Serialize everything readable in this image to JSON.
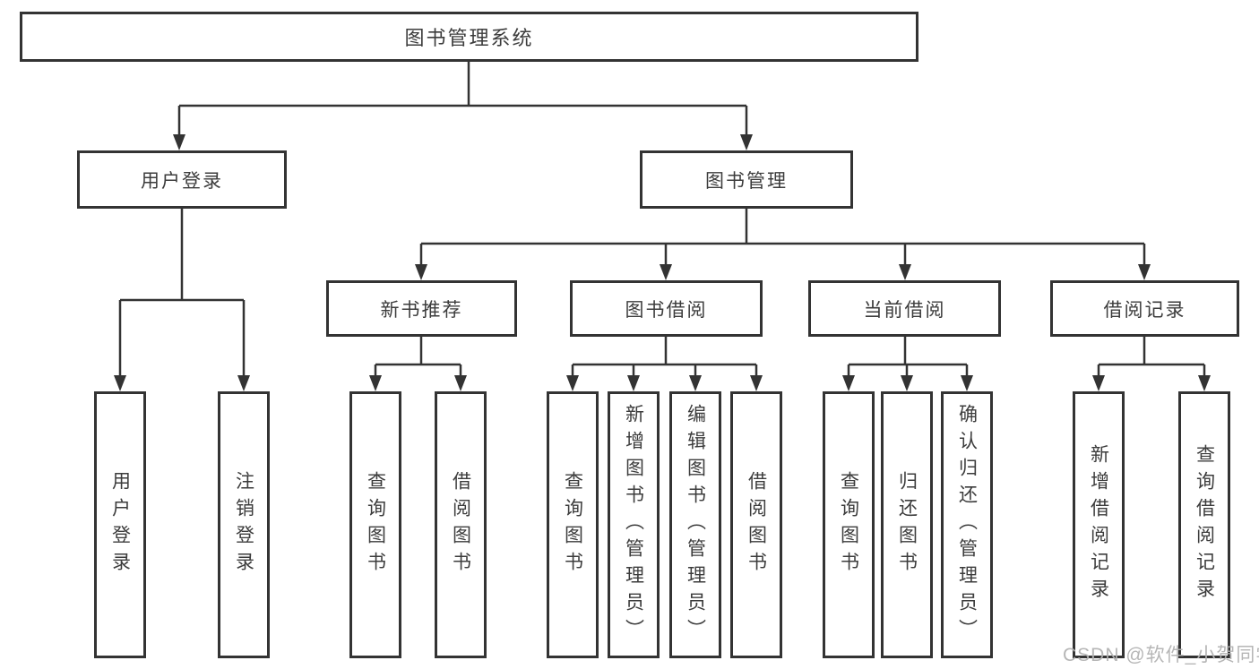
{
  "tree": {
    "root": "图书管理系统",
    "children": [
      {
        "label": "用户登录",
        "children": [
          {
            "label": "用户登录"
          },
          {
            "label": "注销登录"
          }
        ]
      },
      {
        "label": "图书管理",
        "children": [
          {
            "label": "新书推荐",
            "children": [
              {
                "label": "查询图书"
              },
              {
                "label": "借阅图书"
              }
            ]
          },
          {
            "label": "图书借阅",
            "children": [
              {
                "label": "查询图书"
              },
              {
                "label": "新增图书（管理员）"
              },
              {
                "label": "编辑图书（管理员）"
              },
              {
                "label": "借阅图书"
              }
            ]
          },
          {
            "label": "当前借阅",
            "children": [
              {
                "label": "查询图书"
              },
              {
                "label": "归还图书"
              },
              {
                "label": "确认归还（管理员）"
              }
            ]
          },
          {
            "label": "借阅记录",
            "children": [
              {
                "label": "新增借阅记录"
              },
              {
                "label": "查询借阅记录"
              }
            ]
          }
        ]
      }
    ]
  },
  "watermark": "CSDN @软件_小贺同学",
  "colors": {
    "line": "#333333",
    "text": "#3c3c3c",
    "watermark": "#b2b2b2",
    "background": "#ffffff"
  }
}
